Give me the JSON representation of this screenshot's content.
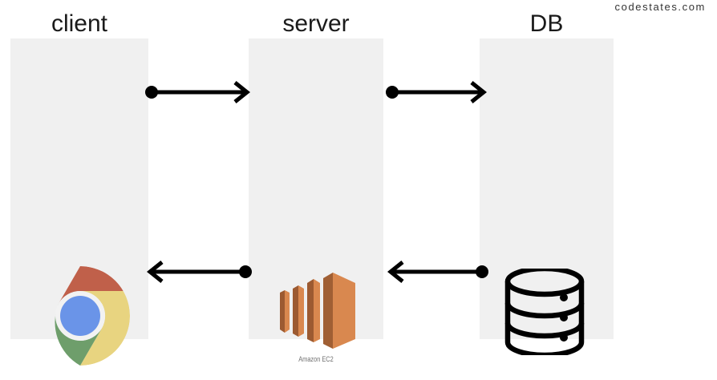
{
  "watermark": {
    "text": "codestates.com"
  },
  "lanes": [
    {
      "id": "client",
      "title": "client",
      "icon": "chrome-logo",
      "icon_label": ""
    },
    {
      "id": "server",
      "title": "server",
      "icon": "aws-ec2-icon",
      "icon_label": "Amazon EC2"
    },
    {
      "id": "db",
      "title": "DB",
      "icon": "database-cylinder-icon",
      "icon_label": ""
    }
  ],
  "arrows": [
    {
      "id": "request-client-to-server",
      "direction": "right",
      "from": "client",
      "to": "server"
    },
    {
      "id": "request-server-to-db",
      "direction": "right",
      "from": "server",
      "to": "db"
    },
    {
      "id": "response-server-to-client",
      "direction": "left",
      "from": "server",
      "to": "client"
    },
    {
      "id": "response-db-to-server",
      "direction": "left",
      "from": "db",
      "to": "server"
    }
  ],
  "colors": {
    "background": "#ffffff",
    "lane_fill": "#f0f0f0",
    "arrow": "#000000",
    "title_text": "#1a1a1a",
    "watermark_text": "#333333",
    "ec2_label_text": "#707070",
    "ec2_orange_light": "#d9884f",
    "ec2_orange_mid": "#c1713f",
    "ec2_orange_dark": "#9c5a31",
    "chrome_red": "#c0604a",
    "chrome_yellow": "#e8d480",
    "chrome_green": "#6e9e6b",
    "chrome_blue": "#6a94e8"
  }
}
